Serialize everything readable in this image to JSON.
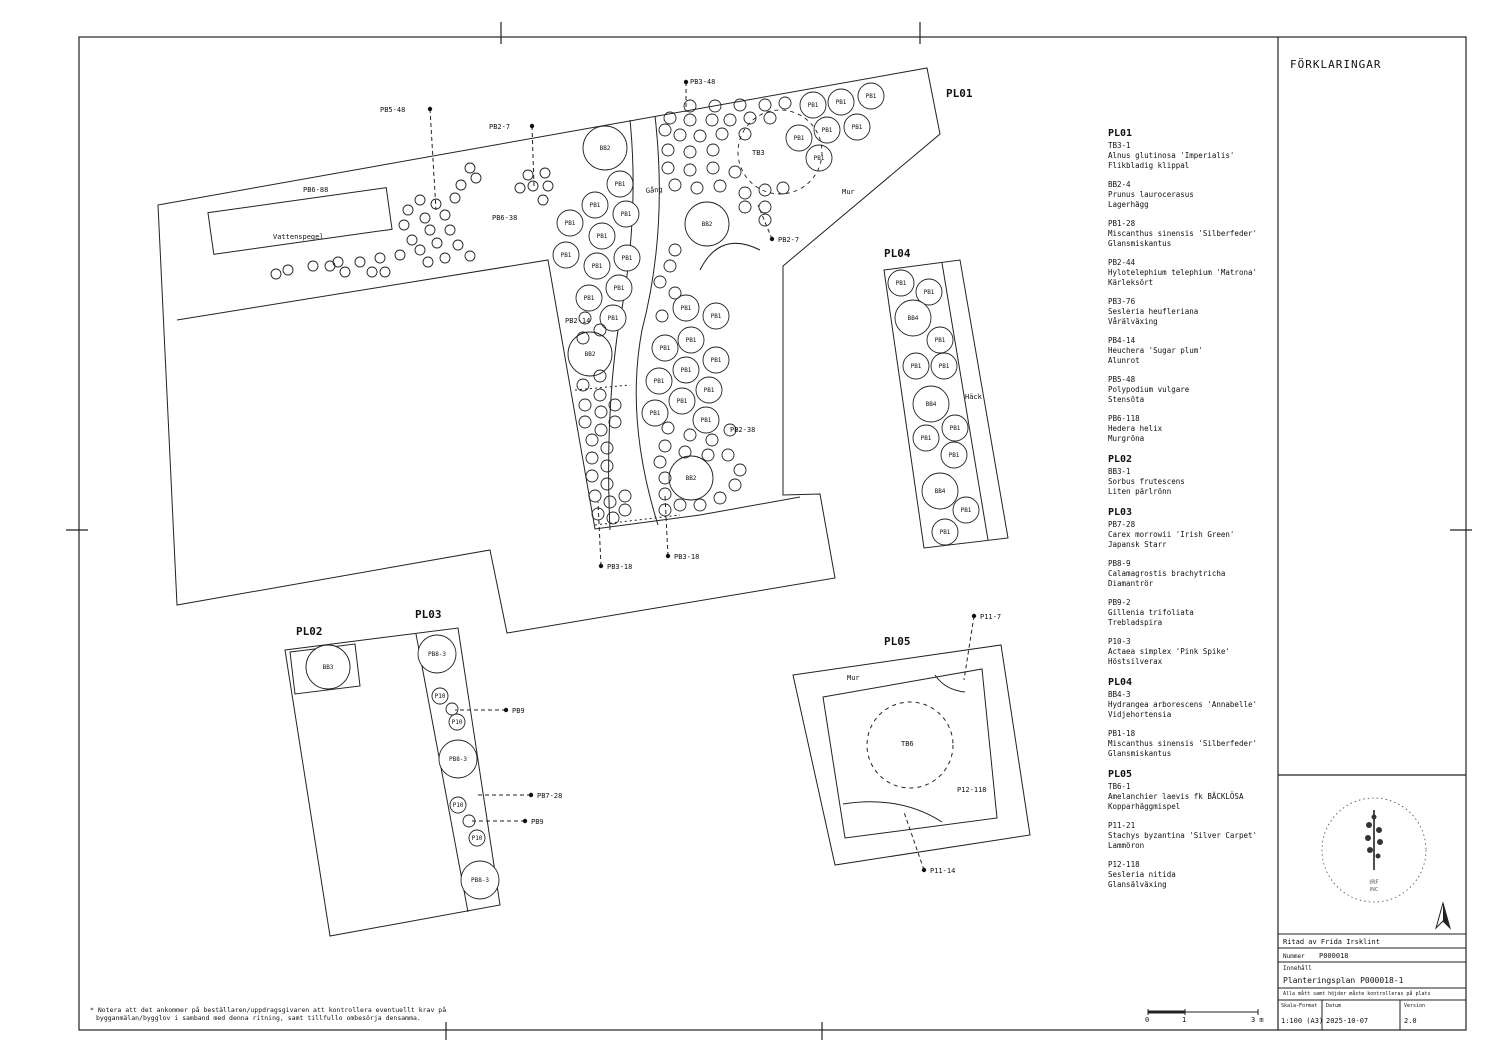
{
  "legend": {
    "title": "FÖRKLARINGAR",
    "groups": [
      {
        "id": "PL01",
        "items": [
          {
            "code": "TB3-1",
            "latin": "Alnus glutinosa 'Imperialis'",
            "common": "Flikbladig klippal"
          },
          {
            "code": "BB2-4",
            "latin": "Prunus laurocerasus",
            "common": "Lagerhägg"
          },
          {
            "code": "PB1-28",
            "latin": "Miscanthus sinensis 'Silberfeder'",
            "common": "Glansmiskantus"
          },
          {
            "code": "PB2-44",
            "latin": "Hylotelephium telephium 'Matrona'",
            "common": "Kärleksört"
          },
          {
            "code": "PB3-76",
            "latin": "Sesleria heufleriana",
            "common": "Vårälväxing"
          },
          {
            "code": "PB4-14",
            "latin": "Heuchera 'Sugar plum'",
            "common": "Alunrot"
          },
          {
            "code": "PB5-48",
            "latin": "Polypodium vulgare",
            "common": "Stensöta"
          },
          {
            "code": "PB6-118",
            "latin": "Hedera helix",
            "common": "Murgröna"
          }
        ]
      },
      {
        "id": "PL02",
        "items": [
          {
            "code": "BB3-1",
            "latin": "Sorbus frutescens",
            "common": "Liten pärlrönn"
          }
        ]
      },
      {
        "id": "PL03",
        "items": [
          {
            "code": "PB7-28",
            "latin": "Carex morrowii 'Irish Green'",
            "common": "Japansk Starr"
          },
          {
            "code": "PB8-9",
            "latin": "Calamagrostis brachytricha",
            "common": "Diamantrör"
          },
          {
            "code": "PB9-2",
            "latin": "Gillenia trifoliata",
            "common": "Trebladspira"
          },
          {
            "code": "P10-3",
            "latin": "Actaea simplex 'Pink Spike'",
            "common": "Höstsilverax"
          }
        ]
      },
      {
        "id": "PL04",
        "items": [
          {
            "code": "BB4-3",
            "latin": "Hydrangea arborescens 'Annabelle'",
            "common": "Vidjehortensia"
          },
          {
            "code": "PB1-18",
            "latin": "Miscanthus sinensis 'Silberfeder'",
            "common": "Glansmiskantus"
          }
        ]
      },
      {
        "id": "PL05",
        "items": [
          {
            "code": "TB6-1",
            "latin": "Amelanchier laevis fk BÄCKLÖSA",
            "common": "Kopparhäggmispel"
          },
          {
            "code": "P11-21",
            "latin": "Stachys byzantina 'Silver Carpet'",
            "common": "Lammöron"
          },
          {
            "code": "P12-118",
            "latin": "Sesleria nitida",
            "common": "Glansälväxing"
          }
        ]
      }
    ]
  },
  "plan": {
    "area_labels": {
      "PL01": "PL01",
      "PL02": "PL02",
      "PL03": "PL03",
      "PL04": "PL04",
      "PL05": "PL05"
    },
    "features": {
      "vattenspegel": "Vattenspegel",
      "gang": "Gång",
      "mur": "Mur",
      "mur2": "Mur",
      "hack": "Häck",
      "tb3": "TB3",
      "tb6": "TB6",
      "pb6_88": "PB6-88",
      "pb6_38": "PB6-38",
      "pb2_14": "PB2-14",
      "pb2_38": "PB2-38",
      "p12_118": "P12-118"
    },
    "plant_symbols": {
      "pb1": "PB1",
      "bb2": "BB2",
      "bb3": "BB3",
      "bb4": "BB4",
      "pb8": "PB8-3",
      "p10": "P10"
    },
    "callouts": {
      "pb5_48": "PB5-48",
      "pb2_7a": "PB2-7",
      "pb3_48": "PB3-48",
      "pb2_7b": "PB2-7",
      "pb3_18a": "PB3-18",
      "pb3_18b": "PB3-18",
      "pb9a": "PB9",
      "pb7_28": "PB7-28",
      "pb9b": "PB9",
      "p11_7": "P11-7",
      "p11_14": "P11-14"
    }
  },
  "note": {
    "line1": "* Notera att det ankommer på beställaren/uppdragsgivaren att kontrollera eventuellt krav på",
    "line2": "bygganmälan/bygglov i samband med denna ritning, samt tillfullo ombesörja densamma."
  },
  "scalebar": {
    "start": "0",
    "mid": "1",
    "end": "3 m"
  },
  "titleblock": {
    "drawn_by": "Ritad av  Frida Irsklint",
    "number_label": "Nummer",
    "number_value": "P000018",
    "content_label": "Innehåll",
    "content_value": "Planteringsplan P000018-1",
    "disclaimer": "Alla mått samt höjder måste kontrolleras på plats",
    "scale_label": "Skala-Format",
    "scale_value": "1:100 (A3)",
    "date_label": "Datum",
    "date_value": "2025-10-07",
    "version_label": "Version",
    "version_value": "2.0"
  }
}
